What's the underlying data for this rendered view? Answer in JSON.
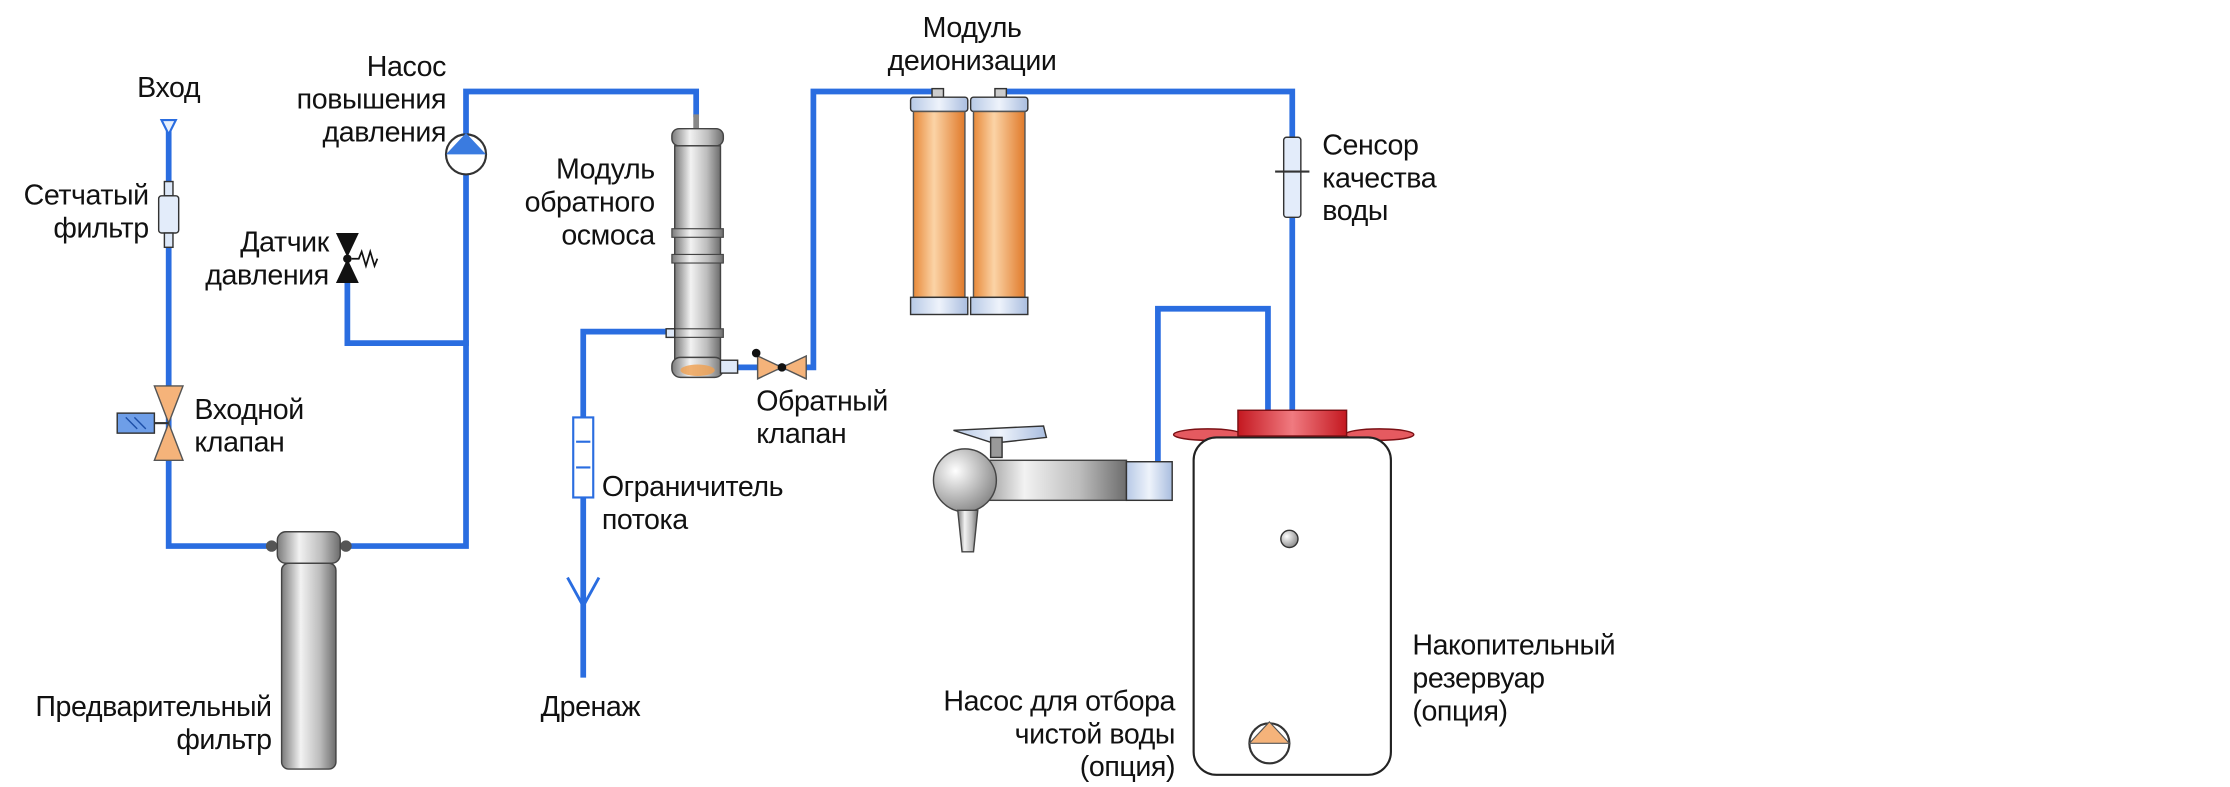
{
  "labels": {
    "inlet": "Вход",
    "mesh_filter": "Сетчатый\nфильтр",
    "pressure_sensor": "Датчик\nдавления",
    "inlet_valve": "Входной\nклапан",
    "prefilter": "Предварительный\nфильтр",
    "booster_pump": "Насос\nповышения\nдавления",
    "ro_module": "Модуль\nобратного\nосмоса",
    "check_valve": "Обратный\nклапан",
    "flow_restrictor": "Ограничитель\nпотока",
    "drain": "Дренаж",
    "deion_module": "Модуль\nдеионизации",
    "quality_sensor": "Сенсор\nкачества\nводы",
    "storage_tank": "Накопительный\nрезервуар\n(опция)",
    "dispense_pump": "Насос для отбора\nчистой воды\n(опция)"
  },
  "colors": {
    "pipe": "#2a6de0",
    "valve": "#f5b37a",
    "pump_triangle": "#3a7be0",
    "tank_cap": "#d8212a",
    "cartridge": "#f2a866"
  }
}
